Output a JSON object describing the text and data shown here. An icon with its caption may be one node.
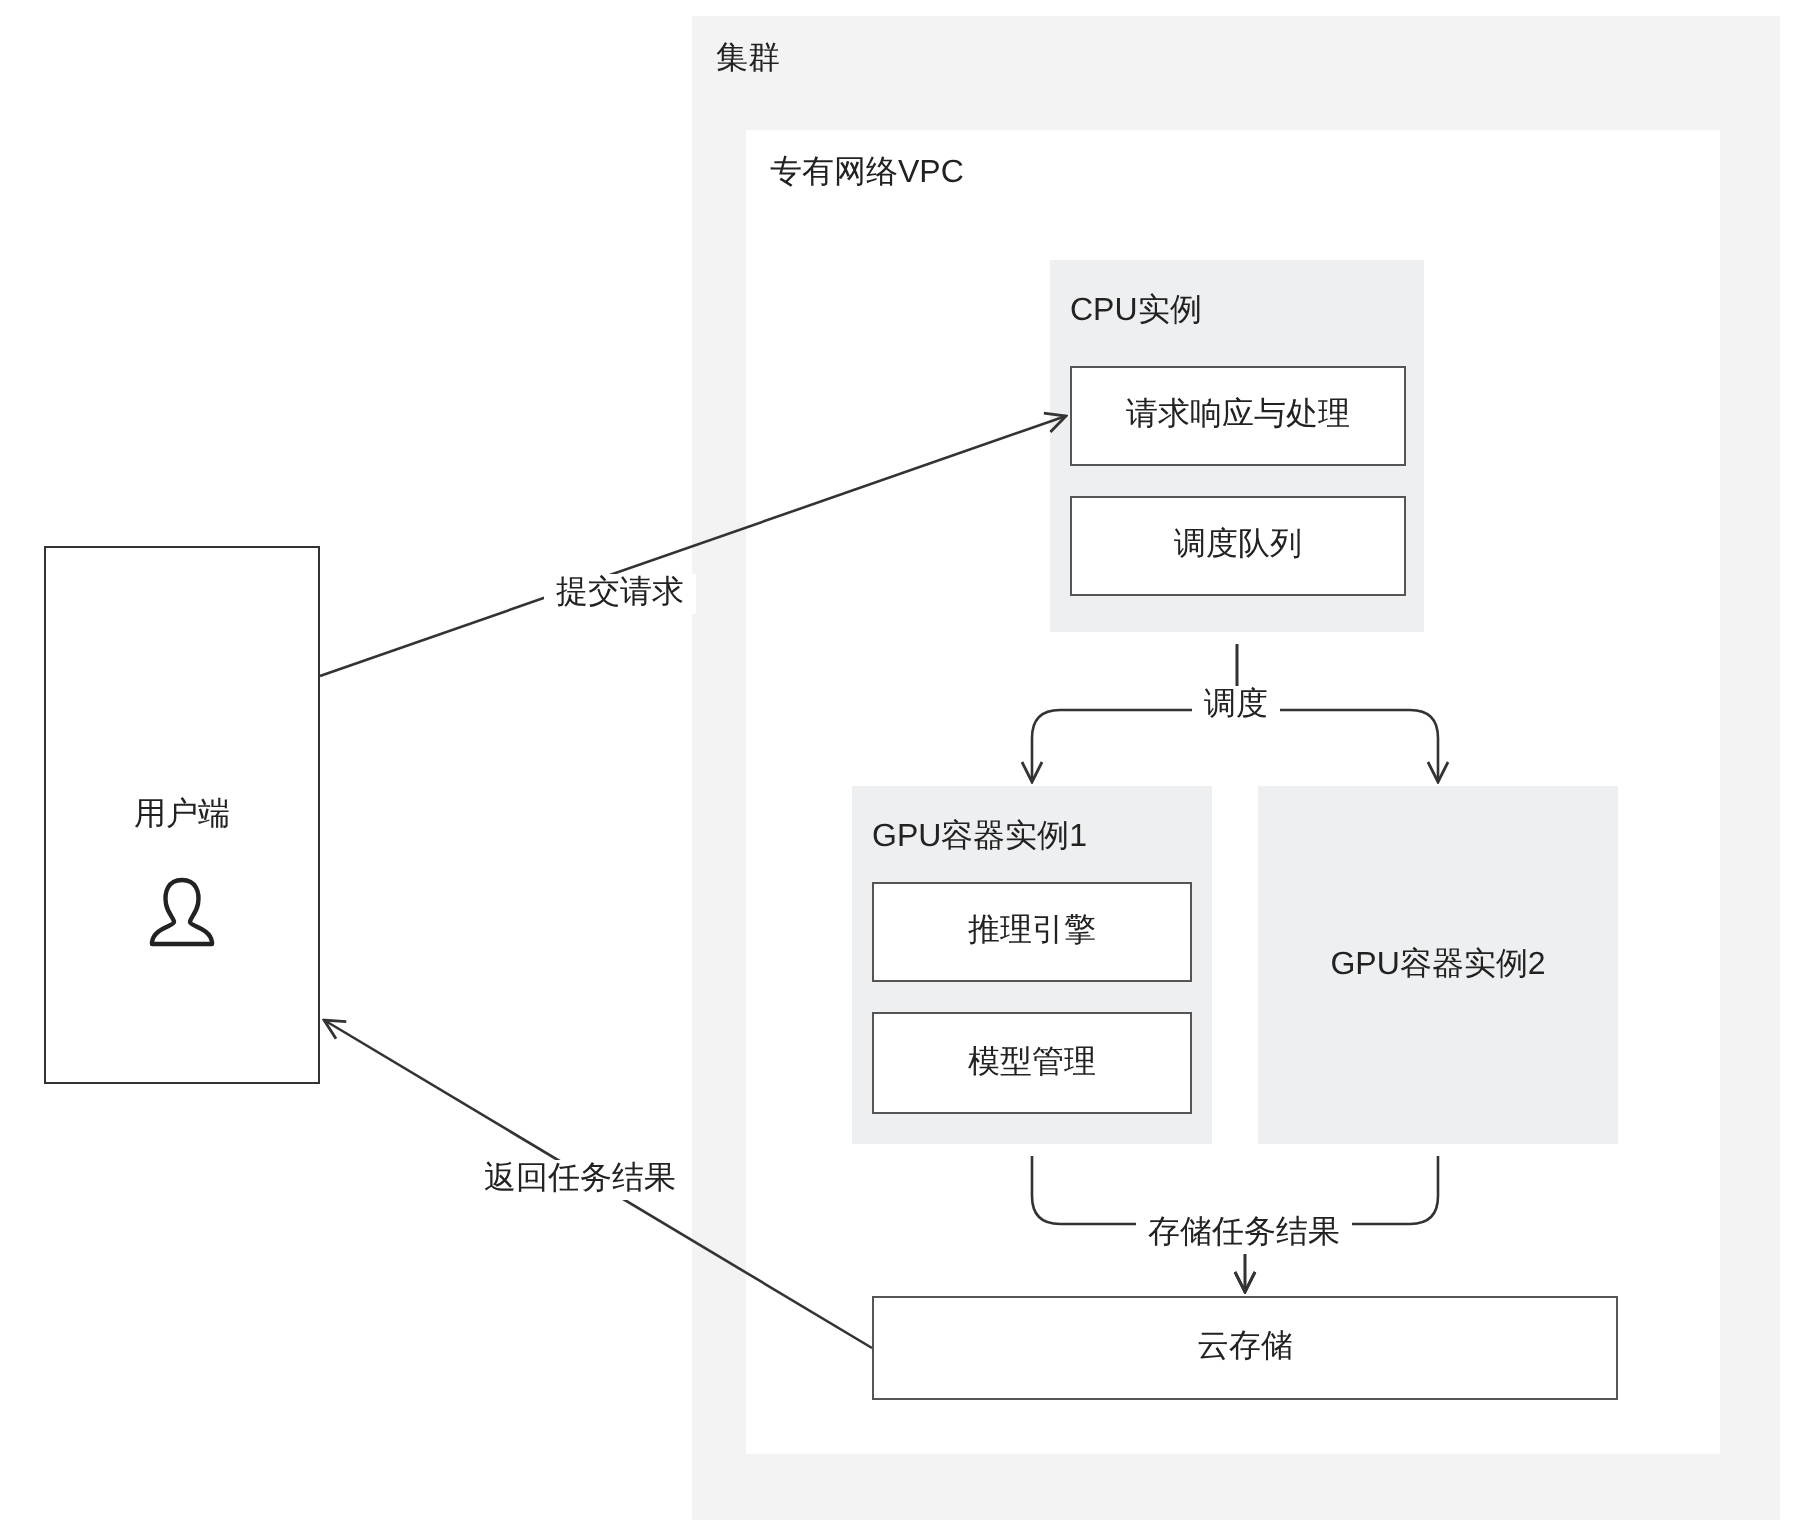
{
  "diagram": {
    "nodes": [
      {
        "text": [
          "用户端"
        ]
      },
      {
        "text": [
          "集群"
        ]
      },
      {
        "text": [
          "专有网络VPC"
        ],
        "in": 1
      },
      {
        "text": [
          "CPU实例"
        ],
        "in": 2
      },
      {
        "text": [
          "请求响应与处理"
        ],
        "in": 3
      },
      {
        "text": [
          "调度队列"
        ],
        "in": 3
      },
      {
        "text": [
          "GPU容器实例1"
        ],
        "in": 2
      },
      {
        "text": [
          "推理引擎"
        ],
        "in": 6
      },
      {
        "text": [
          "模型管理"
        ],
        "in": 6
      },
      {
        "text": [
          "GPU容器实例2"
        ],
        "in": 2
      },
      {
        "text": [
          "云存储"
        ],
        "in": 2
      }
    ],
    "edges": [
      {
        "from": 0,
        "to": 4,
        "label": "提交请求",
        "arrow": "to"
      },
      {
        "from": 3,
        "to": 6,
        "label": "调度",
        "arrow": "to"
      },
      {
        "from": 3,
        "to": 9,
        "arrow": "to"
      },
      {
        "from": 6,
        "to": 10,
        "label": "存储任务结果",
        "arrow": "to"
      },
      {
        "from": 9,
        "to": 10,
        "arrow": "to"
      },
      {
        "from": 10,
        "to": 0,
        "label": "返回任务结果",
        "arrow": "to"
      }
    ]
  }
}
